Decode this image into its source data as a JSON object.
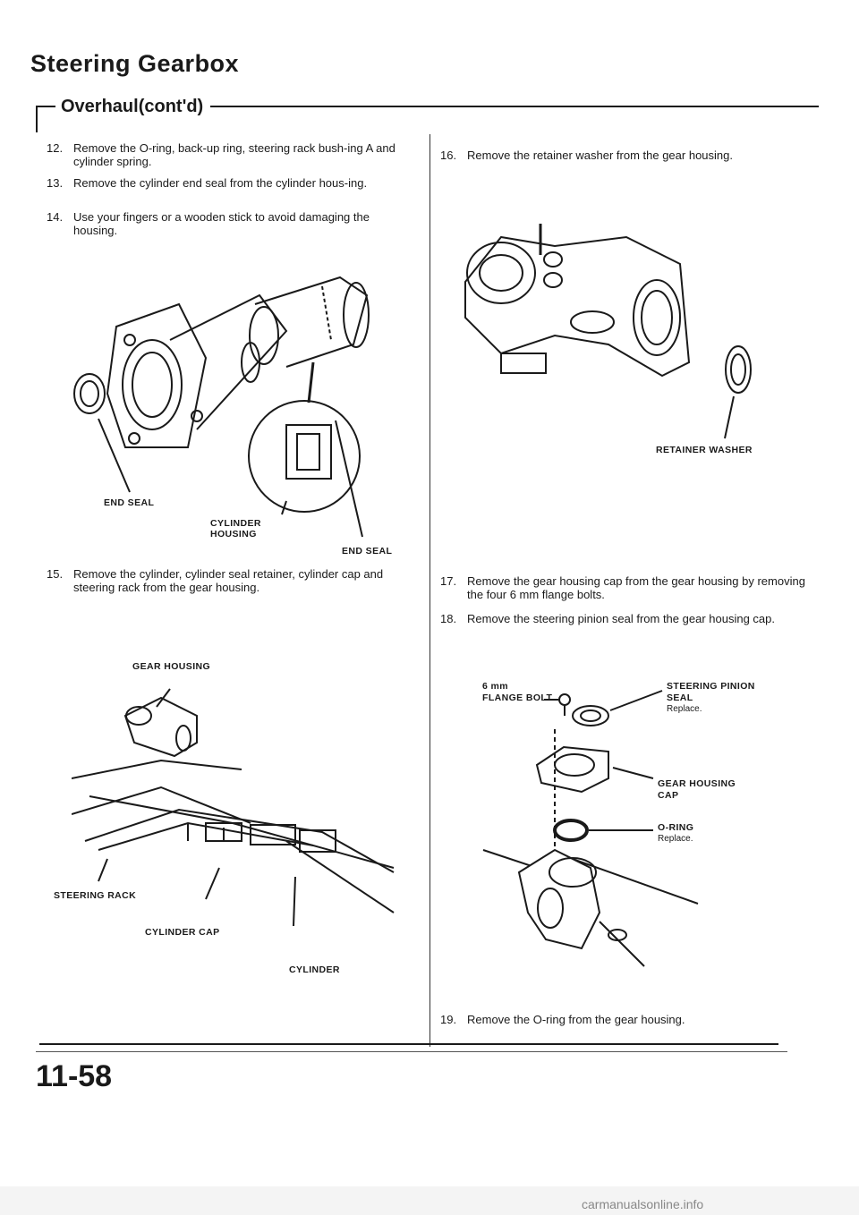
{
  "header": {
    "title": "Steering Gearbox",
    "subtitle": "Overhaul(cont'd)"
  },
  "steps": {
    "s12": {
      "num": "12.",
      "text": "Remove the O-ring, back-up ring, steering rack bush-ing A and cylinder spring."
    },
    "s13": {
      "num": "13.",
      "text": "Remove the cylinder end seal from the cylinder hous-ing."
    },
    "s14": {
      "num": "14.",
      "text": "Use your fingers or a wooden stick to avoid damaging the housing."
    },
    "s15": {
      "num": "15.",
      "text": "Remove the cylinder, cylinder seal retainer, cylinder cap and steering rack from the gear housing."
    },
    "s16": {
      "num": "16.",
      "text": "Remove the retainer washer from the gear housing."
    },
    "s17": {
      "num": "17.",
      "text": "Remove the gear housing cap from the gear housing by removing the four 6 mm flange bolts."
    },
    "s18": {
      "num": "18.",
      "text": "Remove the steering pinion seal from the gear housing cap."
    },
    "s19": {
      "num": "19.",
      "text": "Remove the O-ring from the gear housing."
    }
  },
  "labels": {
    "end_seal_left": "END SEAL",
    "cylinder_housing_1": "CYLINDER",
    "cylinder_housing_2": "HOUSING",
    "end_seal_right": "END SEAL",
    "gear_housing": "GEAR HOUSING",
    "steering_rack": "STEERING RACK",
    "cylinder_cap": "CYLINDER CAP",
    "cylinder": "CYLINDER",
    "retainer_washer": "RETAINER WASHER",
    "flange_bolt_1": "6 mm",
    "flange_bolt_2": "FLANGE BOLT",
    "pinion_seal_1": "STEERING PINION",
    "pinion_seal_2": "SEAL",
    "pinion_seal_note": "Replace.",
    "gear_housing_cap_1": "GEAR HOUSING",
    "gear_housing_cap_2": "CAP",
    "o_ring": "O-RING",
    "o_ring_note": "Replace."
  },
  "page_number": "11-58",
  "footer": "carmanualsonline.info"
}
